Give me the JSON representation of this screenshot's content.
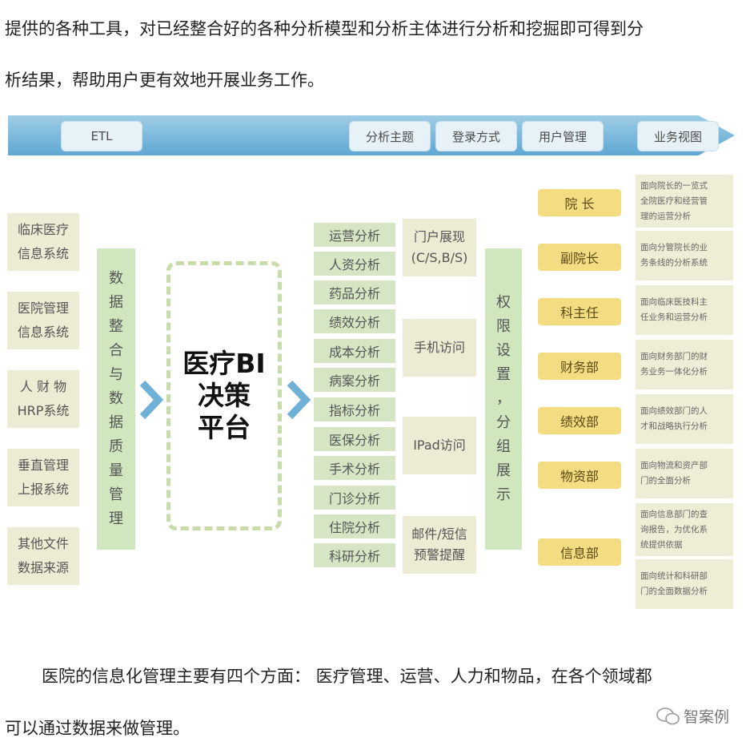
{
  "text": {
    "line1": "提供的各种工具，对已经整合好的各种分析模型和分析主体进行分析和挖掘即可得到分",
    "line2": "析结果，帮助用户更有效地开展业务工作。",
    "line3": "医院的信息化管理主要有四个方面：  医疗管理、运营、人力和物品，在各个领域都",
    "line4": "可以通过数据来做管理。"
  },
  "diagram": {
    "top_band": [
      "ETL",
      "分析主题",
      "登录方式",
      "用户管理",
      "业务视图"
    ],
    "sources": [
      "临床医疗\n信息系统",
      "医院管理\n信息系统",
      "人 财 物\nHRP系统",
      "垂直管理\n上报系统",
      "其他文件\n数据来源"
    ],
    "integration_chars": [
      "数",
      "据",
      "整",
      "合",
      "与",
      "数",
      "据",
      "质",
      "量",
      "管",
      "理"
    ],
    "core": "医疗BI\n决策\n平台",
    "analyses": [
      "运营分析",
      "人资分析",
      "药品分析",
      "绩效分析",
      "成本分析",
      "病案分析",
      "指标分析",
      "医保分析",
      "手术分析",
      "门诊分析",
      "住院分析",
      "科研分析"
    ],
    "channels": [
      "门户展现\n(C/S,B/S)",
      "手机访问",
      "IPad访问",
      "邮件/短信\n预警提醒"
    ],
    "permission_chars": [
      "权",
      "限",
      "设",
      "置",
      "，",
      "分",
      "组",
      "展",
      "示"
    ],
    "roles": [
      "院    长",
      "副院长",
      "科主任",
      "财务部",
      "绩效部",
      "物资部",
      "信息部"
    ],
    "descriptions": [
      "面向院长的一览式\n全院医疗和经营管\n理的运营分析",
      "面向分管院长的业\n务条线的分析系统",
      "面向临床医技科主\n任业务和运营分析",
      "面向财务部门的财\n务业务一体化分析",
      "面向绩效部门的人\n才和战略执行分析",
      "面向物流和资产部\n门的全面分析",
      "面向信息部门的查\n询报告，为优化系\n统提供依据",
      "面向统计和科研部\n门的全面数据分析"
    ]
  },
  "watermark": "智案例",
  "colors": {
    "band": "#5ea7d2",
    "chevron": "#6fb0d6",
    "analysis": "#d6e6c4",
    "source": "#ecebd3",
    "role": "#f4dc82"
  }
}
